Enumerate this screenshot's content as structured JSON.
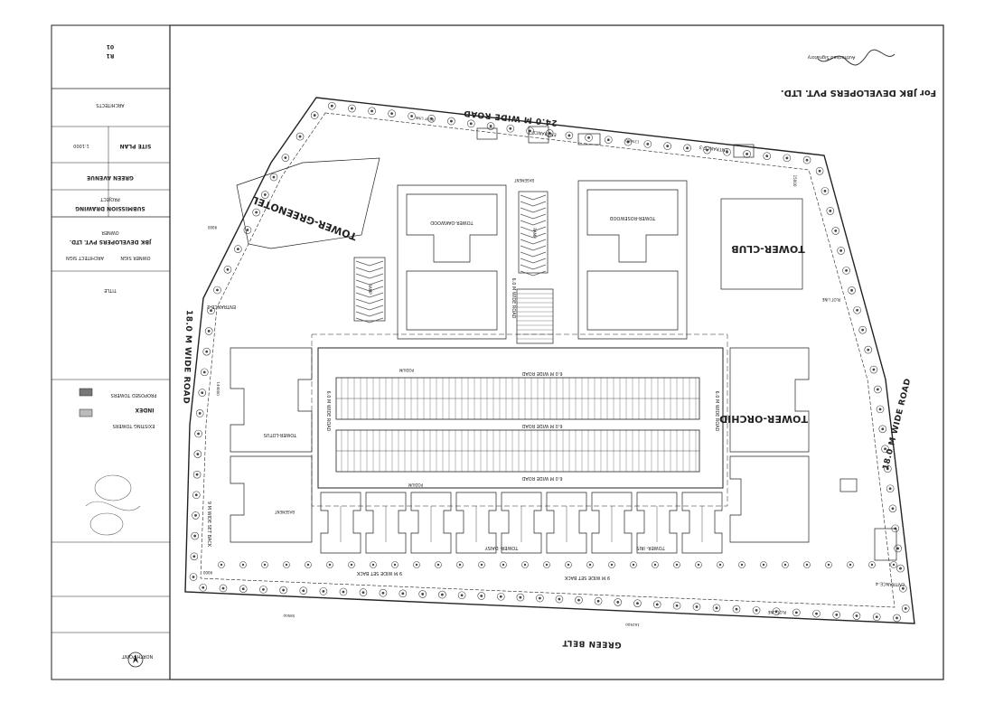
{
  "signature_text": "For JBK DEVELOPERS PVT. LTD.",
  "signature_sub": "Authorised Signatory",
  "roads": {
    "top": "24.0 M WIDE ROAD",
    "left": "18.0 M WIDE ROAD",
    "right": "18.0 M WIDE ROAD",
    "bottom": "GREEN BELT"
  },
  "entrances": {
    "e1": "ENTRANCE-1",
    "e2": "ENTRANCE-2",
    "e3": "ENTRANCE-3",
    "e4": "ENTRANCE-4"
  },
  "towers": {
    "greenotel": "TOWER-GREENOTEL",
    "club": "TOWER-CLUB",
    "orchid": "TOWER-ORCHID",
    "rosewood": "TOWER-ROSEWOOD",
    "oakwood": "TOWER-OAKWOOD",
    "lotus": "TOWER-LOTUS",
    "daisy": "TOWER- DAISY",
    "iris": "TOWER- IRIS"
  },
  "internal": {
    "r6_a": "6.0 M WIDE ROAD",
    "r6_b": "6.0 M WIDE ROAD",
    "r6_c": "6.0 M WIDE ROAD",
    "r6_d": "6.0 M WIDE ROAD",
    "r6_e": "6.0 M WIDE ROAD",
    "r6_f": "6.0 M WIDE ROAD",
    "setback_a": "9 M WIDE SET BACK",
    "setback_b": "9 M WIDE SET BACK",
    "setback_c": "9 M WIDE SET BACK",
    "plot_line_a": "PLOT LINE",
    "plot_line_b": "PLOT LINE",
    "plot_line_c": "PLOT LINE",
    "podium_a": "PODIUM",
    "podium_b": "PODIUM",
    "basement_a": "BASEMENT",
    "basement_b": "BASEMENT",
    "ramp_a": "RAMP",
    "ramp_b": "RAMP"
  },
  "dims": {
    "d1": "135600",
    "d2": "162500",
    "d3": "58500",
    "d4": "144000",
    "d5": "9000",
    "d6": "9000",
    "d7": "15000"
  },
  "index": {
    "title": "INDEX",
    "existing": "EXISTING TOWERS",
    "proposed": "PROPOSED TOWERS"
  },
  "title_block": {
    "owner_label": "OWNER",
    "owner": "JBK DEVELOPERS PVT. LTD.",
    "project_label": "PROJECT",
    "project": "SUBMISSION DRAWING",
    "owner_sign": "OWNER SIGN",
    "architect_sign": "ARCHITECT SIGN",
    "title_label": "TITLE",
    "drawing_title": "SITE PLAN",
    "scale": "1:1000",
    "drawing_no": "01",
    "revision": "R1",
    "architects_label": "ARCHITECTS",
    "north": "NORTH POINT",
    "green_avenue": "GREEN AVENUE"
  },
  "colors": {
    "line": "#222222",
    "tree": "#444444",
    "hatch": "#555555"
  }
}
